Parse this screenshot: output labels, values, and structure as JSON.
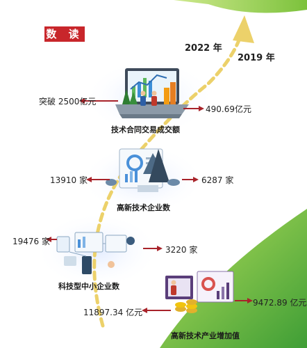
{
  "badge": "数 读",
  "years": {
    "current": "2022 年",
    "previous": "2019 年"
  },
  "rows": [
    {
      "caption": "技术合同交易成交额",
      "left_value": "突破 2500亿元",
      "right_value": "490.69亿元"
    },
    {
      "caption": "高新技术企业数",
      "left_value": "13910 家",
      "right_value": "6287 家"
    },
    {
      "caption": "科技型中小企业数",
      "left_value": "19476 家",
      "right_value": "3220 家"
    },
    {
      "caption": "高新技术产业增加值",
      "left_value": "11897.34 亿元",
      "right_value": "9472.89 亿元"
    }
  ],
  "colors": {
    "arrow": "#a8232a",
    "dash": "#ecd16a",
    "green_top": "#9fd24a",
    "green_bottom": "#4fae3a",
    "badge": "#c8262b"
  },
  "icons": [
    "handshake-laptop-illustration",
    "dashboard-laptop-illustration",
    "network-devices-illustration",
    "data-analysis-illustration"
  ]
}
